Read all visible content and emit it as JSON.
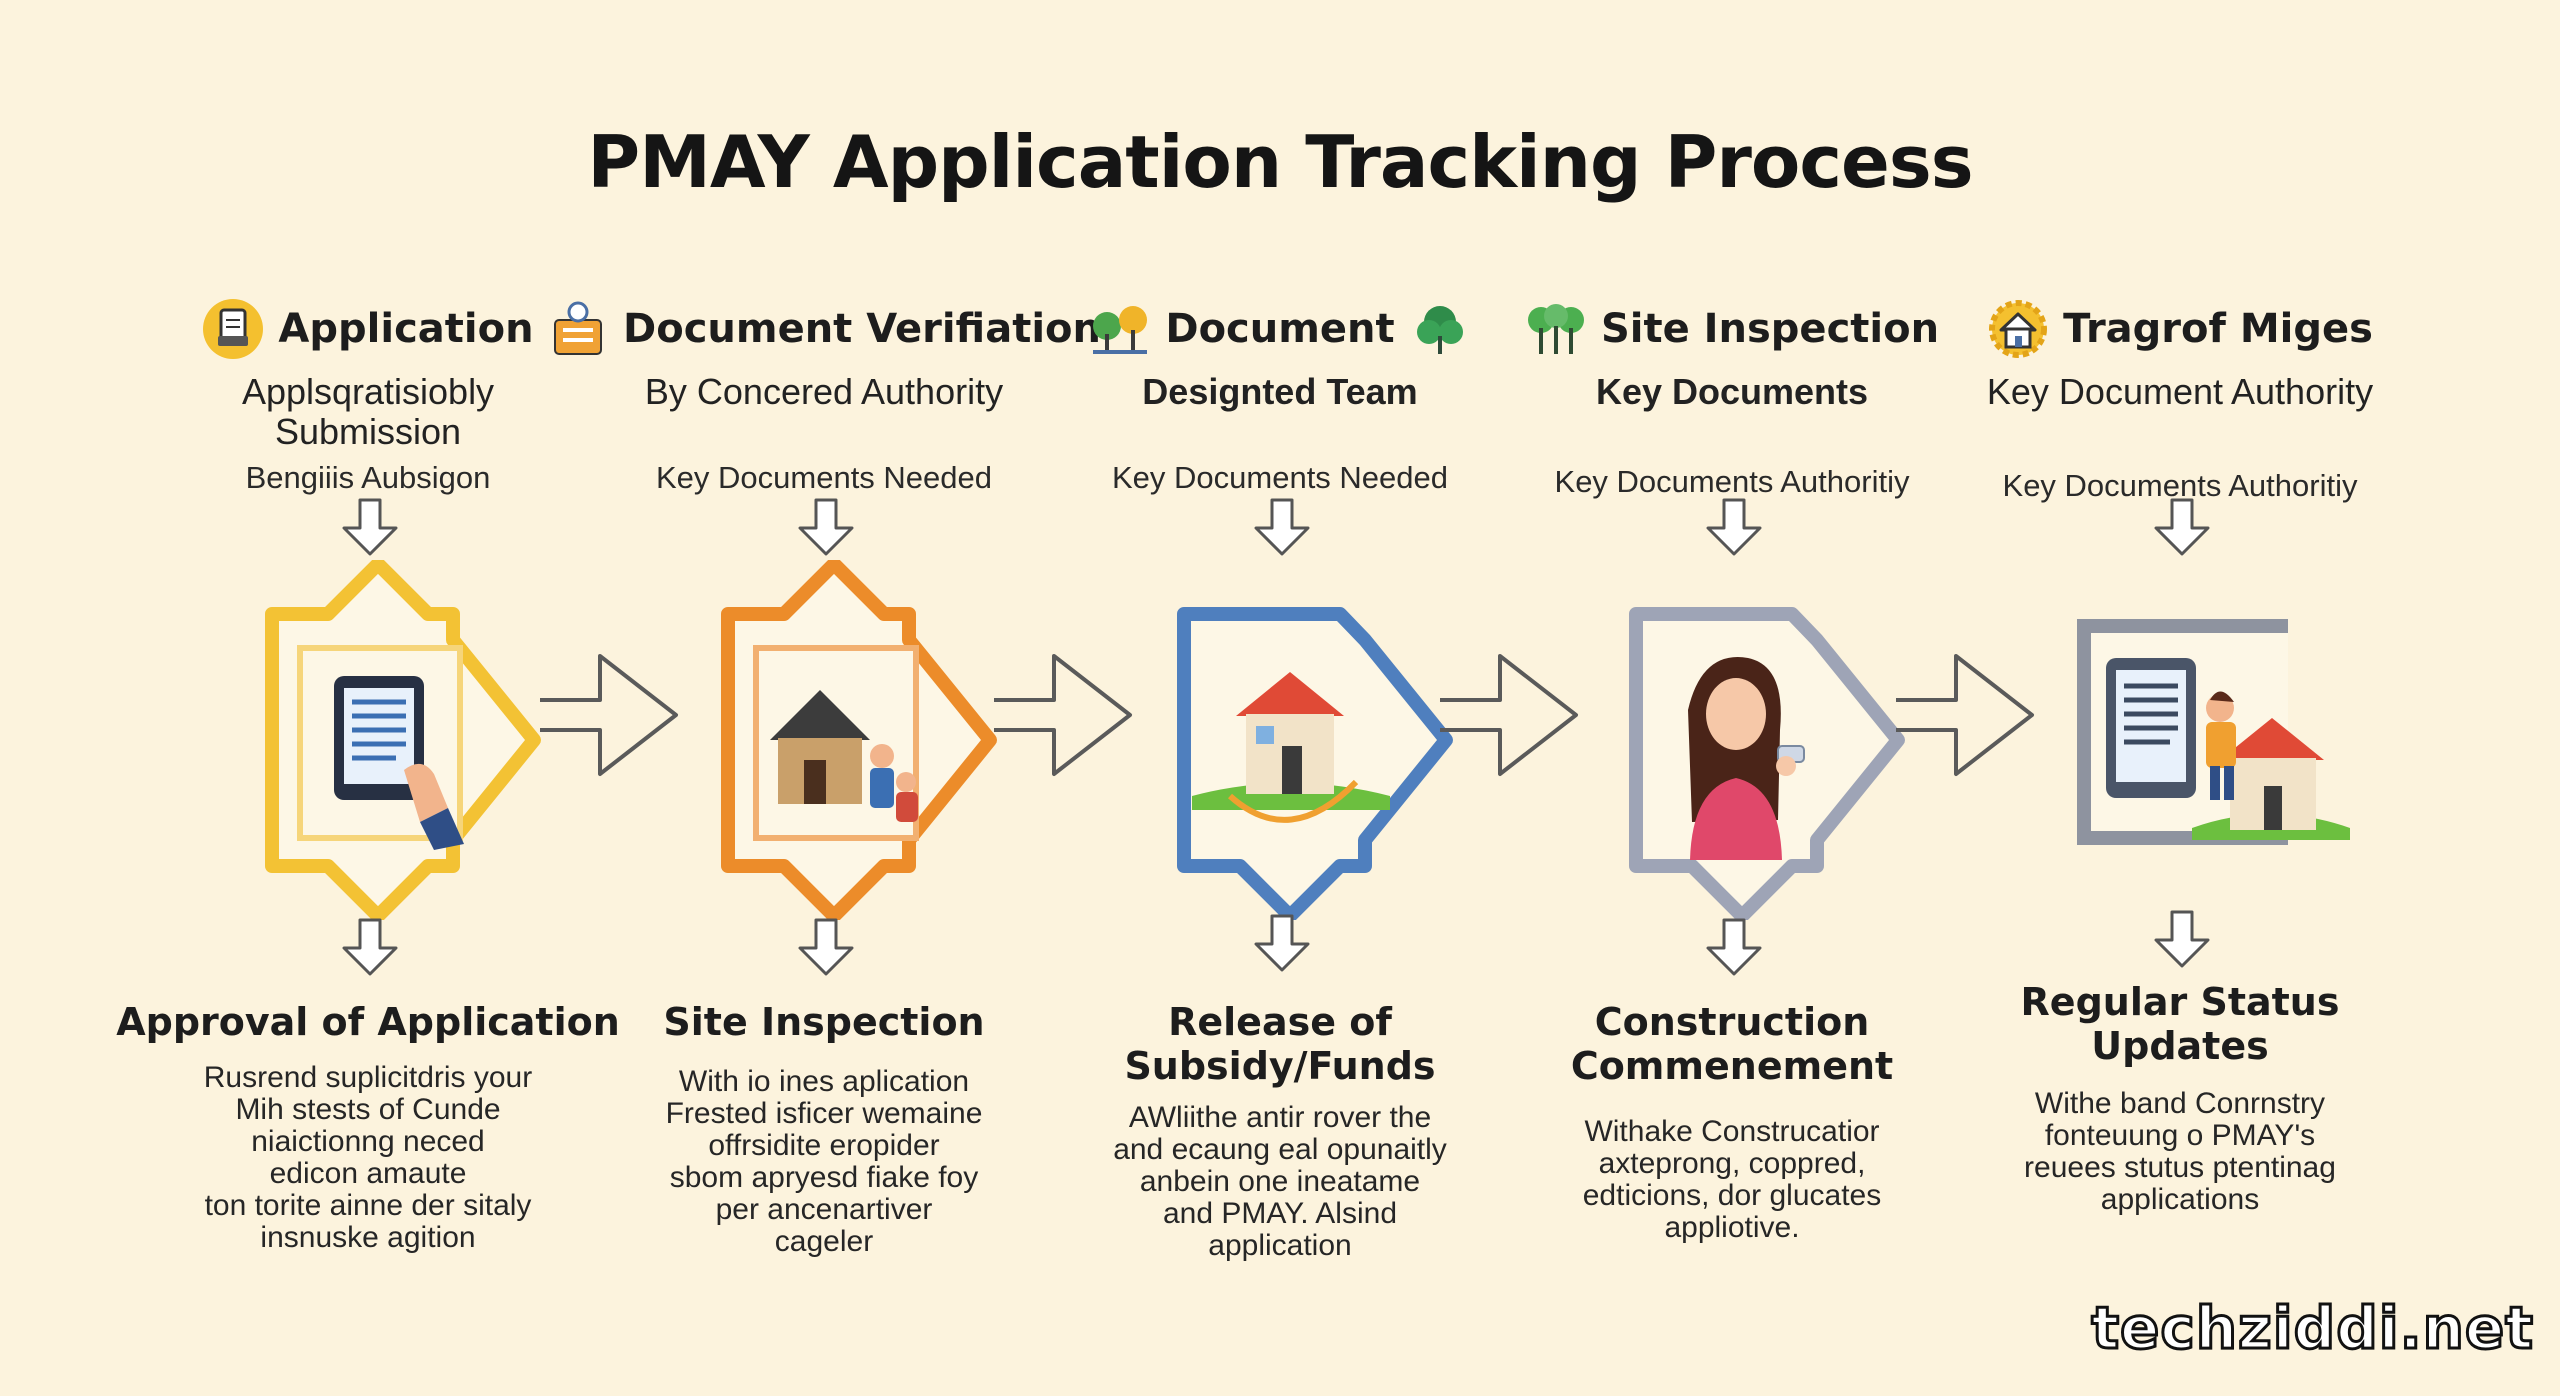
{
  "title": "PMAY Application Tracking Process",
  "steps": [
    {
      "heading": "Application",
      "icon": "clipboard-icon",
      "subtitle_lines": [
        "Applsqratisiobly",
        "Submission"
      ],
      "note": "Bengiiis Aubsigon",
      "illustration": "tablet-hand-icon",
      "accent": "#f3c234",
      "bottom_title_lines": [
        "Approval of Application"
      ],
      "bottom_desc_lines": [
        "Rusrend suplicitdris your",
        "Mih stests of Cunde",
        "niaictionng neced",
        "edicon amaute",
        "ton torite ainne der sitaly",
        "insnuske agition"
      ]
    },
    {
      "heading": "Document Verifiation",
      "icon": "document-badge-icon",
      "subtitle_lines": [
        "By Concered Authority"
      ],
      "note": "Key Documents Needed",
      "illustration": "house-family-icon",
      "accent": "#ec8c2a",
      "bottom_title_lines": [
        "Site Inspection"
      ],
      "bottom_desc_lines": [
        "With io ines aplication",
        "Frested isficer wemaine",
        "offrsidite eropider",
        "sbom apryesd fiake foy",
        "per ancenartiver",
        "cageler"
      ]
    },
    {
      "heading": "Document",
      "icon": "trees-icon",
      "subtitle_lines": [
        "Designted Team"
      ],
      "note": "Key Documents Needed",
      "illustration": "house-lawn-icon",
      "accent": "#4f7fbe",
      "bottom_title_lines": [
        "Release of",
        "Subsidy/Funds"
      ],
      "bottom_desc_lines": [
        "AWliithe antir rover the",
        "and ecaung eal opunaitly",
        "anbein one ineatame",
        "and PMAY. Alsind",
        "application"
      ]
    },
    {
      "heading": "Site Inspection",
      "icon": "tree-icon",
      "subtitle_lines": [
        "Key Documents"
      ],
      "note": "Key Documents Authoritiy",
      "illustration": "woman-phone-icon",
      "accent": "#9ea4b6",
      "bottom_title_lines": [
        "Construction",
        "Commenement"
      ],
      "bottom_desc_lines": [
        "Withake Construcatior",
        "axteprong, coppred,",
        "edticions, dor glucates",
        "appliotive."
      ]
    },
    {
      "heading": "Tragrof Miges",
      "icon": "house-gear-icon",
      "subtitle_lines": [
        "Key Document Authority"
      ],
      "note": "Key Documents Authoritiy",
      "illustration": "phone-person-house-icon",
      "accent": "#8e939f",
      "bottom_title_lines": [
        "Regular Status",
        "Updates"
      ],
      "bottom_desc_lines": [
        "Withe band Conrnstry",
        "fonteuung o PMAY's",
        "reuees stutus ptentinag",
        "applications"
      ]
    }
  ],
  "watermark": "techziddi.net"
}
